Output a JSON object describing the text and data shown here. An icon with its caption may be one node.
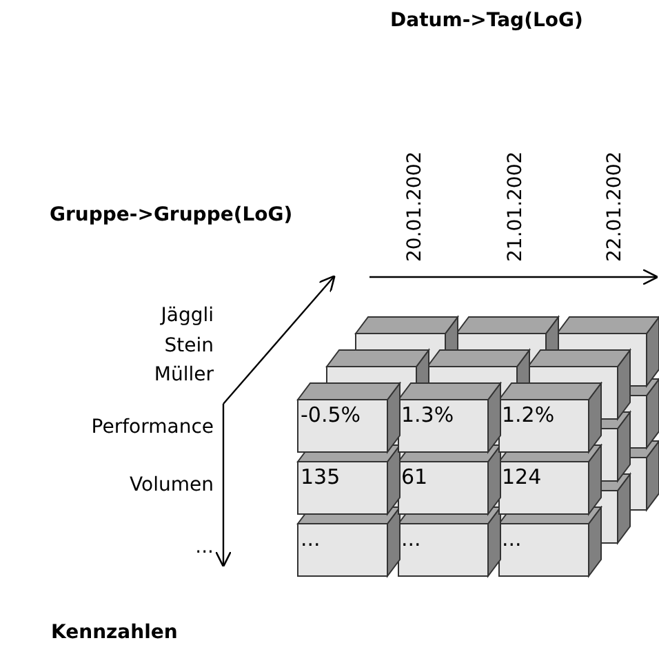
{
  "diagram": {
    "nodes": [
      {
        "text": [
          "-0.5%"
        ]
      },
      {
        "text": [
          "1.3%"
        ]
      },
      {
        "text": [
          "1.2%"
        ]
      },
      {
        "text": [
          "135"
        ]
      },
      {
        "text": [
          "61"
        ]
      },
      {
        "text": [
          "124"
        ]
      },
      {
        "text": [
          "..."
        ]
      },
      {
        "text": [
          "..."
        ]
      },
      {
        "text": [
          "..."
        ]
      }
    ],
    "labels": [
      "Datum->Tag(LoG)",
      "20.01.2002",
      "21.01.2002",
      "22.01.2002",
      "Gruppe->Gruppe(LoG)",
      "Jäggli",
      "Stein",
      "Müller",
      "Performance",
      "Volumen",
      "...",
      "Kennzahlen"
    ]
  }
}
